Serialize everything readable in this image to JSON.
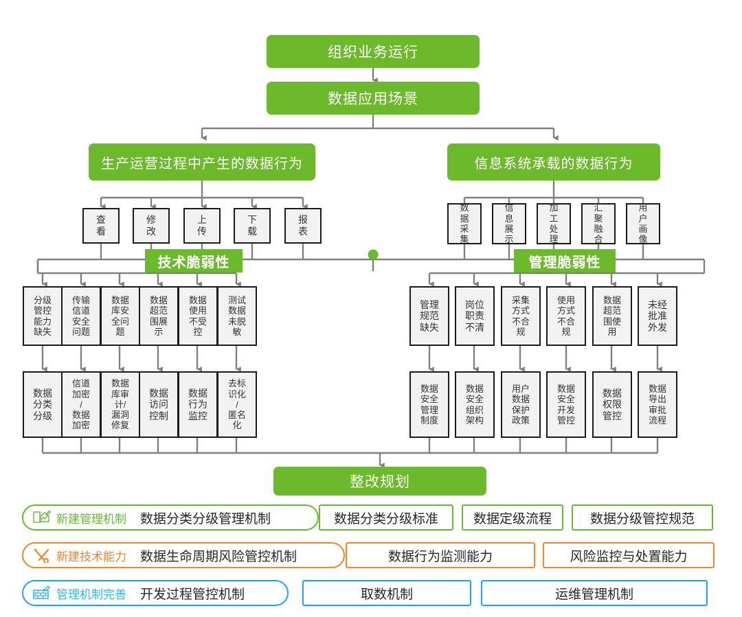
{
  "diagram": {
    "title_root": "组织业务运行",
    "level2": "数据应用场景",
    "branch_left": "生产运营过程中产生的数据行为",
    "branch_right": "信息系统承载的数据行为",
    "tag_tech": "技术脆弱性",
    "tag_mgmt": "管理脆弱性",
    "plan": "整改规划"
  },
  "behaviors_left": [
    {
      "label": "查看",
      "lines": [
        "查",
        "看"
      ]
    },
    {
      "label": "修改",
      "lines": [
        "修",
        "改"
      ]
    },
    {
      "label": "上传",
      "lines": [
        "上",
        "传"
      ]
    },
    {
      "label": "下载",
      "lines": [
        "下",
        "载"
      ]
    },
    {
      "label": "报表",
      "lines": [
        "报",
        "表"
      ]
    }
  ],
  "behaviors_right": [
    {
      "label": "数据采集",
      "lines": [
        "数",
        "据",
        "采",
        "集"
      ]
    },
    {
      "label": "信息展示",
      "lines": [
        "信",
        "息",
        "展",
        "示"
      ]
    },
    {
      "label": "加工处理",
      "lines": [
        "加",
        "工",
        "处",
        "理"
      ]
    },
    {
      "label": "汇聚融合",
      "lines": [
        "汇",
        "聚",
        "融",
        "合"
      ]
    },
    {
      "label": "用户画像",
      "lines": [
        "用",
        "户",
        "画",
        "像"
      ]
    }
  ],
  "tech_issues": [
    {
      "label": "分级管控能力缺失",
      "lines": [
        "分级",
        "管控",
        "能力",
        "缺失"
      ]
    },
    {
      "label": "传输信道安全问题",
      "lines": [
        "传输",
        "信道",
        "安全",
        "问题"
      ]
    },
    {
      "label": "数据库安全问题",
      "lines": [
        "数据",
        "库安",
        "全问",
        "题"
      ]
    },
    {
      "label": "数据超范围展示",
      "lines": [
        "数据",
        "超范",
        "围展",
        "示"
      ]
    },
    {
      "label": "数据使用不受控",
      "lines": [
        "数据",
        "使用",
        "不受",
        "控"
      ]
    },
    {
      "label": "测试数据未脱敏",
      "lines": [
        "测试",
        "数据",
        "未脱",
        "敏"
      ]
    }
  ],
  "tech_controls": [
    {
      "label": "数据分类分级",
      "lines": [
        "数据",
        "分类",
        "分级"
      ]
    },
    {
      "label": "信道加密/数据加密",
      "lines": [
        "信道",
        "加密",
        "/",
        "数据",
        "加密"
      ]
    },
    {
      "label": "数据库审计/漏洞修复",
      "lines": [
        "数据",
        "库审",
        "计/",
        "漏洞",
        "修复"
      ]
    },
    {
      "label": "数据访问控制",
      "lines": [
        "数据",
        "访问",
        "控制"
      ]
    },
    {
      "label": "数据行为监控",
      "lines": [
        "数据",
        "行为",
        "监控"
      ]
    },
    {
      "label": "去标识化/匿名化",
      "lines": [
        "去标",
        "识化",
        "/",
        "匿名",
        "化"
      ]
    }
  ],
  "mgmt_issues": [
    {
      "label": "管理规范缺失",
      "lines": [
        "管理",
        "规范",
        "缺失"
      ]
    },
    {
      "label": "岗位职责不清",
      "lines": [
        "岗位",
        "职责",
        "不清"
      ]
    },
    {
      "label": "采集方式不合规",
      "lines": [
        "采集",
        "方式",
        "不合",
        "规"
      ]
    },
    {
      "label": "使用方式不合规",
      "lines": [
        "使用",
        "方式",
        "不合",
        "规"
      ]
    },
    {
      "label": "数据超范围使用",
      "lines": [
        "数据",
        "超范",
        "围使",
        "用"
      ]
    },
    {
      "label": "未经批准外发",
      "lines": [
        "未经",
        "批准",
        "外发"
      ]
    }
  ],
  "mgmt_controls": [
    {
      "label": "数据安全管理制度",
      "lines": [
        "数据",
        "安全",
        "管理",
        "制度"
      ]
    },
    {
      "label": "数据安全组织架构",
      "lines": [
        "数据",
        "安全",
        "组织",
        "架构"
      ]
    },
    {
      "label": "用户数据保护政策",
      "lines": [
        "用户",
        "数据",
        "保护",
        "政策"
      ]
    },
    {
      "label": "数据安全开发管控",
      "lines": [
        "数据",
        "安全",
        "开发",
        "管控"
      ]
    },
    {
      "label": "数据权限管控",
      "lines": [
        "数据",
        "权限",
        "管控"
      ]
    },
    {
      "label": "数据导出审批流程",
      "lines": [
        "数据",
        "导出",
        "审批",
        "流程"
      ]
    }
  ],
  "legend": {
    "rows": [
      {
        "tag": "新建管理机制",
        "icon": "new-management-mechanism-icon",
        "color": "#66bb33",
        "primary": "数据分类分级管理机制",
        "items": [
          "数据分类分级标准",
          "数据定级流程",
          "数据分级管控规范"
        ]
      },
      {
        "tag": "新建技术能力",
        "icon": "new-technical-capability-icon",
        "color": "#f08426",
        "primary": "数据生命周期风险管控机制",
        "items": [
          "数据行为监测能力",
          "风险监控与处置能力"
        ]
      },
      {
        "tag": "管理机制完善",
        "icon": "management-mechanism-improvement-icon",
        "color": "#18a8ef",
        "primary": "开发过程管控机制",
        "items": [
          "取数机制",
          "运维管理机制"
        ]
      }
    ]
  },
  "colors": {
    "green": "#6cb92c",
    "box_fill": "#f2f2f2",
    "box_border": "#1a1a1a",
    "wire": "#808080",
    "orange": "#f08426",
    "blue": "#18a8ef"
  }
}
